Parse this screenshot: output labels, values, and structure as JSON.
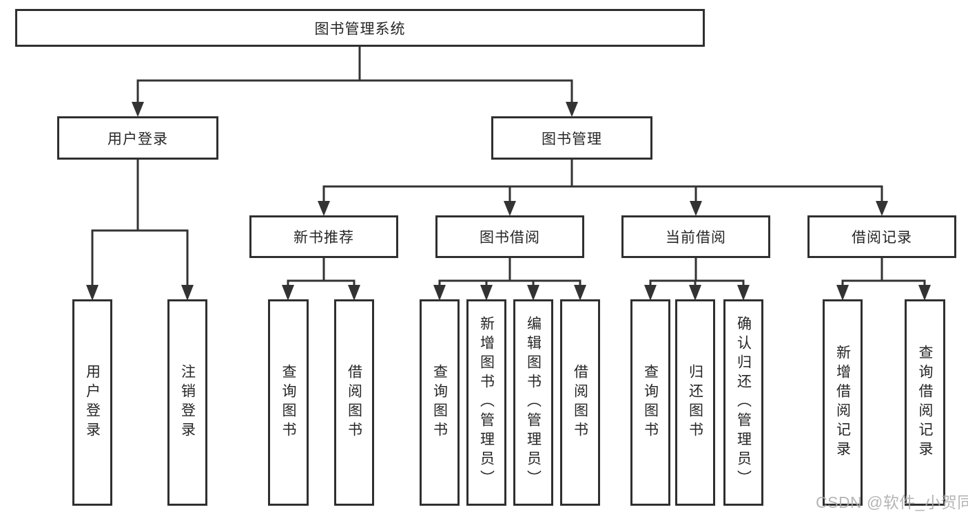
{
  "diagram": {
    "title_node": {
      "label": "图书管理系统"
    },
    "level2": [
      {
        "id": "user-login",
        "label": "用户登录"
      },
      {
        "id": "book-management",
        "label": "图书管理"
      }
    ],
    "level3": [
      {
        "id": "new-book-recommend",
        "parent": "图书管理",
        "label": "新书推荐"
      },
      {
        "id": "book-borrowing",
        "parent": "图书管理",
        "label": "图书借阅"
      },
      {
        "id": "current-borrowing",
        "parent": "图书管理",
        "label": "当前借阅"
      },
      {
        "id": "borrowing-records",
        "parent": "图书管理",
        "label": "借阅记录"
      }
    ],
    "leaves": [
      {
        "parent": "用户登录",
        "label": "用户登录"
      },
      {
        "parent": "用户登录",
        "label": "注销登录"
      },
      {
        "parent": "新书推荐",
        "label": "查询图书"
      },
      {
        "parent": "新书推荐",
        "label": "借阅图书"
      },
      {
        "parent": "图书借阅",
        "label": "查询图书"
      },
      {
        "parent": "图书借阅",
        "label": "新增图书（管理员）"
      },
      {
        "parent": "图书借阅",
        "label": "编辑图书（管理员）"
      },
      {
        "parent": "图书借阅",
        "label": "借阅图书"
      },
      {
        "parent": "当前借阅",
        "label": "查询图书"
      },
      {
        "parent": "当前借阅",
        "label": "归还图书"
      },
      {
        "parent": "当前借阅",
        "label": "确认归还（管理员）"
      },
      {
        "parent": "借阅记录",
        "label": "新增借阅记录"
      },
      {
        "parent": "借阅记录",
        "label": "查询借阅记录"
      }
    ],
    "watermark": "CSDN @软件_小贺同学",
    "colors": {
      "line": "#333333",
      "border": "#2f2f2f",
      "text": "#262626",
      "watermark": "#ababab",
      "background": "#ffffff"
    }
  }
}
